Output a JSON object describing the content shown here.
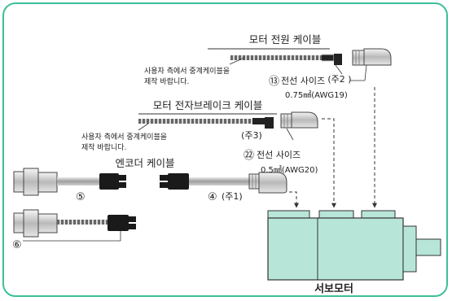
{
  "labels": {
    "motor_power_cable": "모터 전원 케이블",
    "motor_brake_cable": "모터 전자브레이크 케이블",
    "encoder_cable": "엔코더 케이블",
    "servo_motor": "서보모터",
    "user_relay_line1": "사용자 측에서 중계케이블을",
    "user_relay_line2": "제작 바랍니다.",
    "note2": "(주2 )",
    "note3": "(주3)",
    "note1": "(주1)",
    "wire_size_label": "전선 사이즈",
    "wire_size_power": "0.75㎟(AWG19)",
    "wire_size_brake": "0.5㎟(AWG20)",
    "num_13": "⑬",
    "num_22": "㉒",
    "num_5": "⑤",
    "num_4": "④",
    "num_6": "⑥"
  },
  "colors": {
    "frame": "#3dbf9a",
    "motor_fill": "#b7e6d9",
    "connector_fill": "#9ad6c3",
    "cable_gray": "#bfbfbf",
    "plug_black": "#1a1a1a"
  }
}
